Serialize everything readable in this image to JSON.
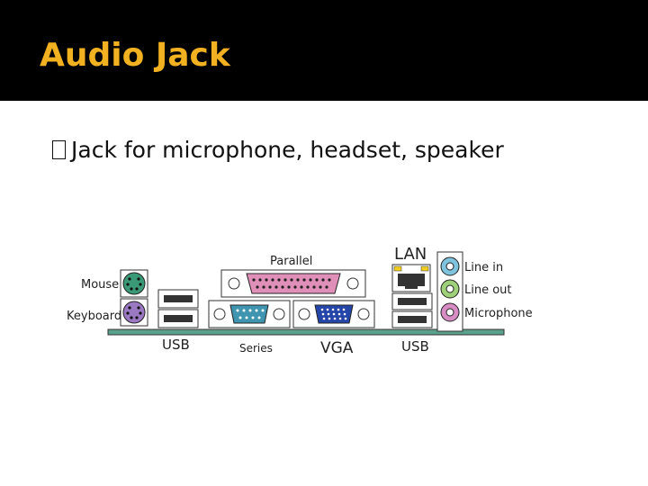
{
  "slide": {
    "title": "Audio Jack",
    "bullet": "Jack for microphone, headset, speaker"
  },
  "diagram": {
    "labels": {
      "mouse": "Mouse",
      "keyboard": "Keyboard",
      "usb_left": "USB",
      "parallel": "Parallel",
      "series": "Series",
      "vga": "VGA",
      "lan": "LAN",
      "usb_right": "USB",
      "line_in": "Line in",
      "line_out": "Line out",
      "microphone": "Microphone"
    },
    "colors": {
      "mouse_port": "#3a9a78",
      "keyboard_port": "#9a78c2",
      "parallel_port": "#e08fb8",
      "serial_port": "#3f94b0",
      "vga_port": "#2446a8",
      "line_in_jack": "#7fc4dc",
      "line_out_jack": "#9ed07a",
      "microphone_jack": "#d88cc4",
      "board": "#5aa08a",
      "title": "#f2b120"
    }
  }
}
